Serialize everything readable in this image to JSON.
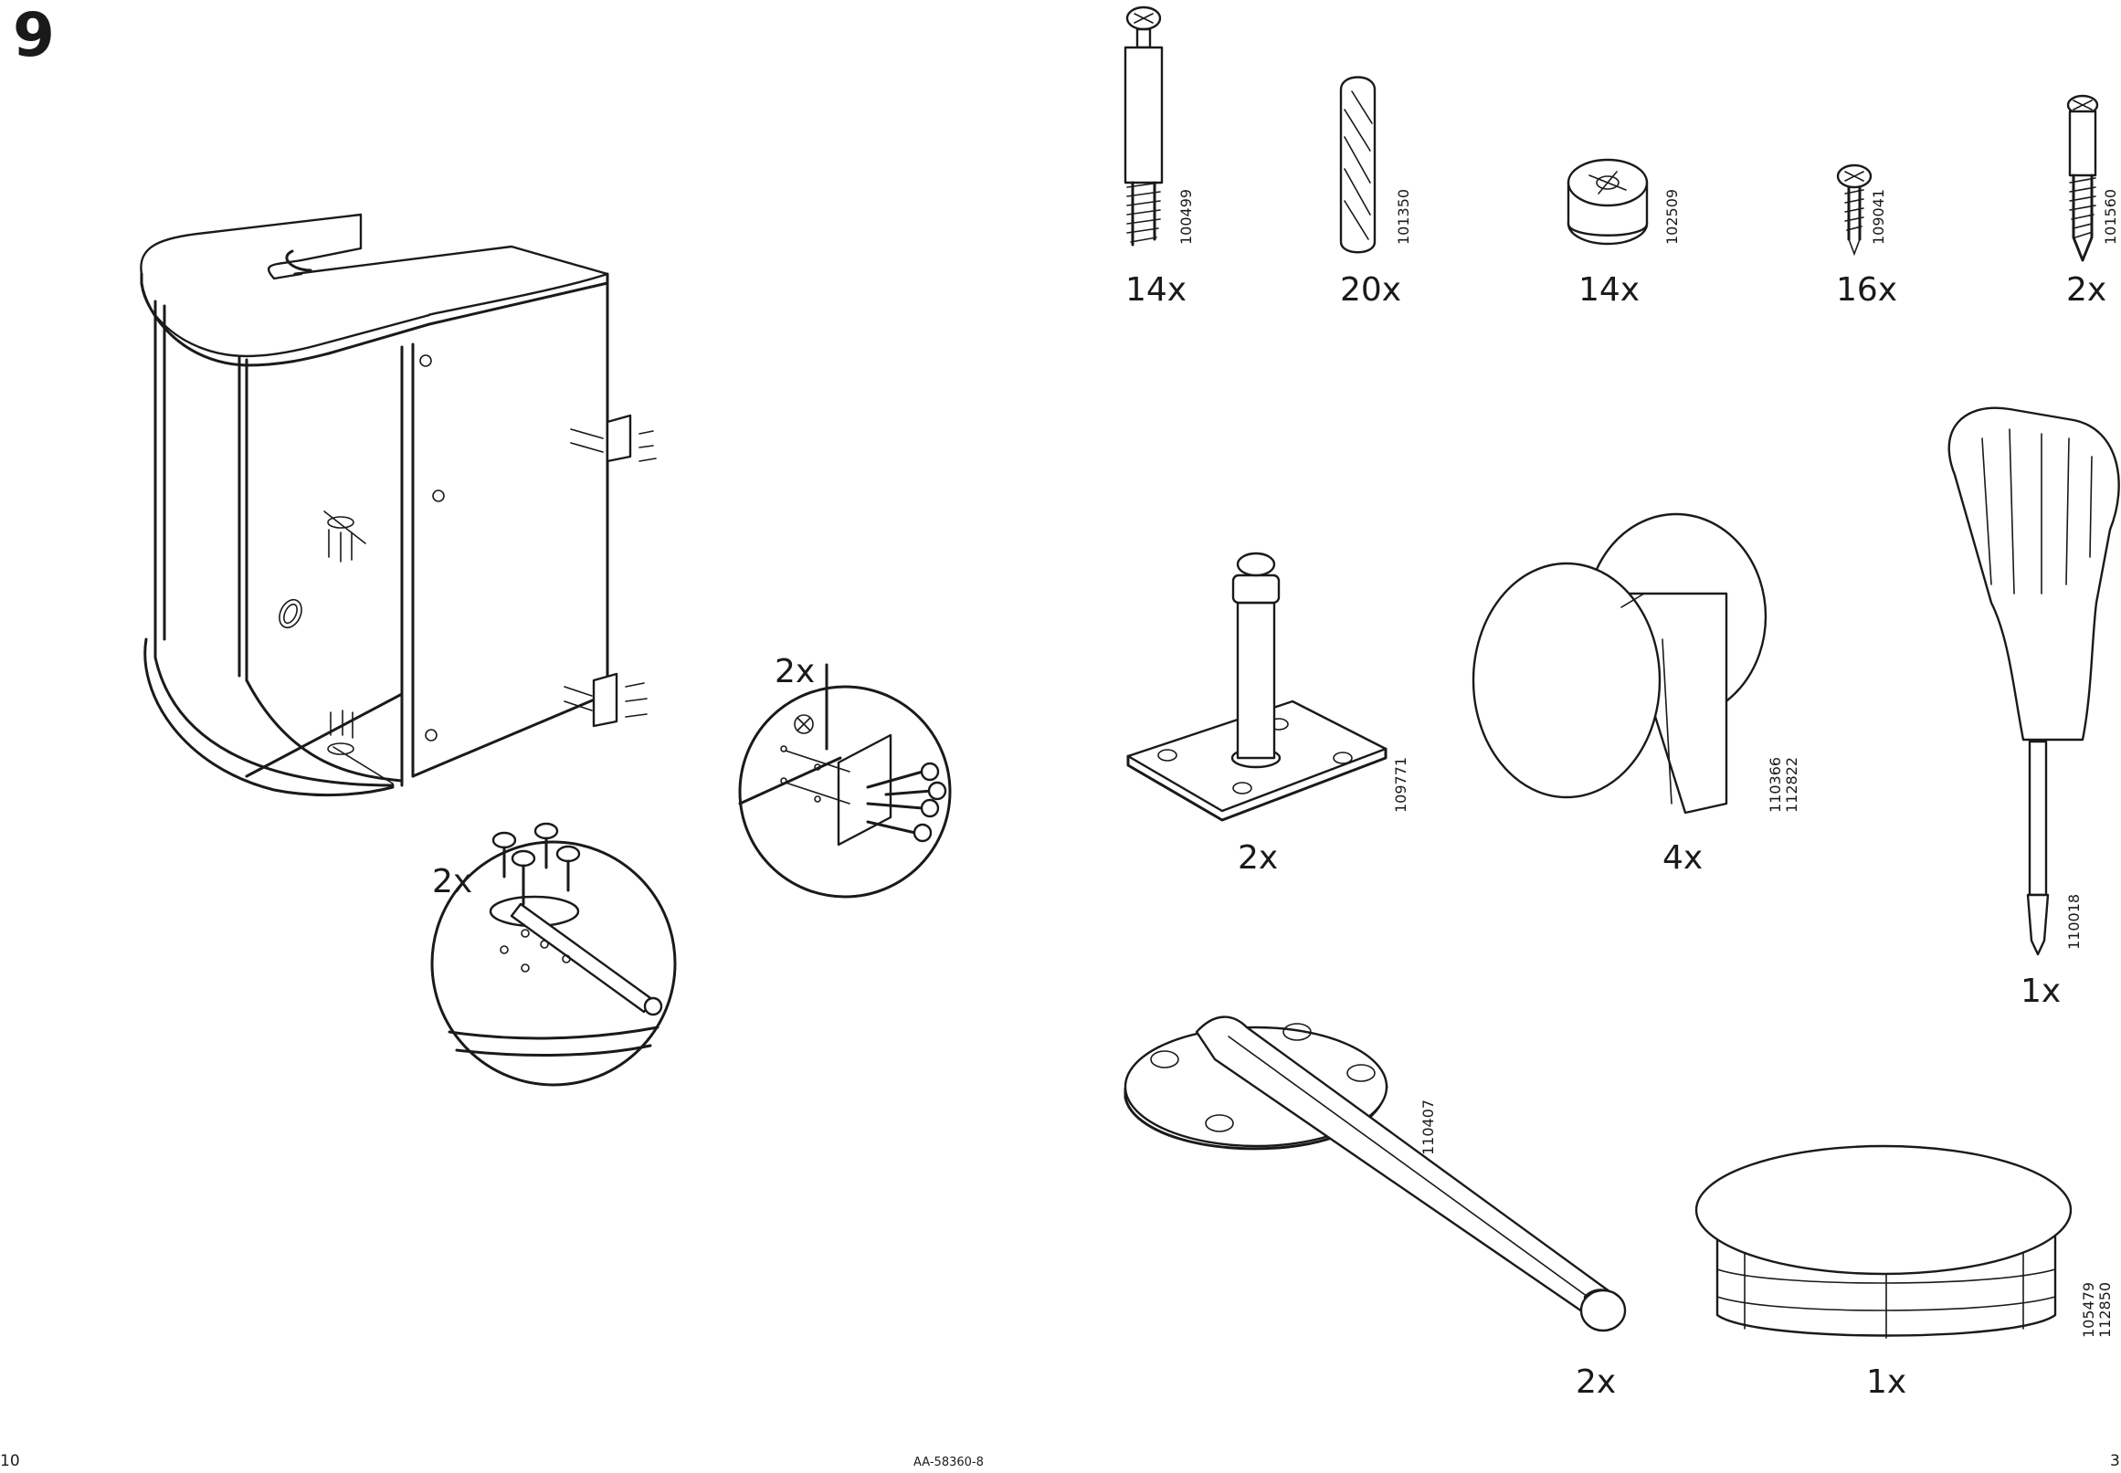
{
  "step": {
    "number": "9"
  },
  "detail_callouts": [
    {
      "quantity": "2x"
    },
    {
      "quantity": "2x"
    }
  ],
  "hardware_row_1": [
    {
      "code": "100499",
      "quantity": "14x",
      "icon": "cam-bolt-icon"
    },
    {
      "code": "101350",
      "quantity": "20x",
      "icon": "wood-dowel-icon"
    },
    {
      "code": "102509",
      "quantity": "14x",
      "icon": "cam-lock-icon"
    },
    {
      "code": "109041",
      "quantity": "16x",
      "icon": "small-screw-icon"
    },
    {
      "code": "101560",
      "quantity": "2x",
      "icon": "threaded-bolt-icon"
    }
  ],
  "hardware_row_2": [
    {
      "code": "109771",
      "quantity": "2x",
      "icon": "square-plate-pin-icon"
    },
    {
      "codes": [
        "110366",
        "112822"
      ],
      "quantity": "4x",
      "icon": "knob-icon"
    },
    {
      "code": "110018",
      "quantity": "1x",
      "icon": "screwdriver-icon"
    }
  ],
  "hardware_row_3": [
    {
      "code": "110407",
      "quantity": "2x",
      "icon": "round-plate-rod-icon"
    },
    {
      "codes": [
        "105479",
        "112850"
      ],
      "quantity": "1x",
      "icon": "cover-cap-icon"
    }
  ],
  "footer": {
    "left_page": "10",
    "doc_id": "AA-58360-8",
    "right_page": "3"
  }
}
